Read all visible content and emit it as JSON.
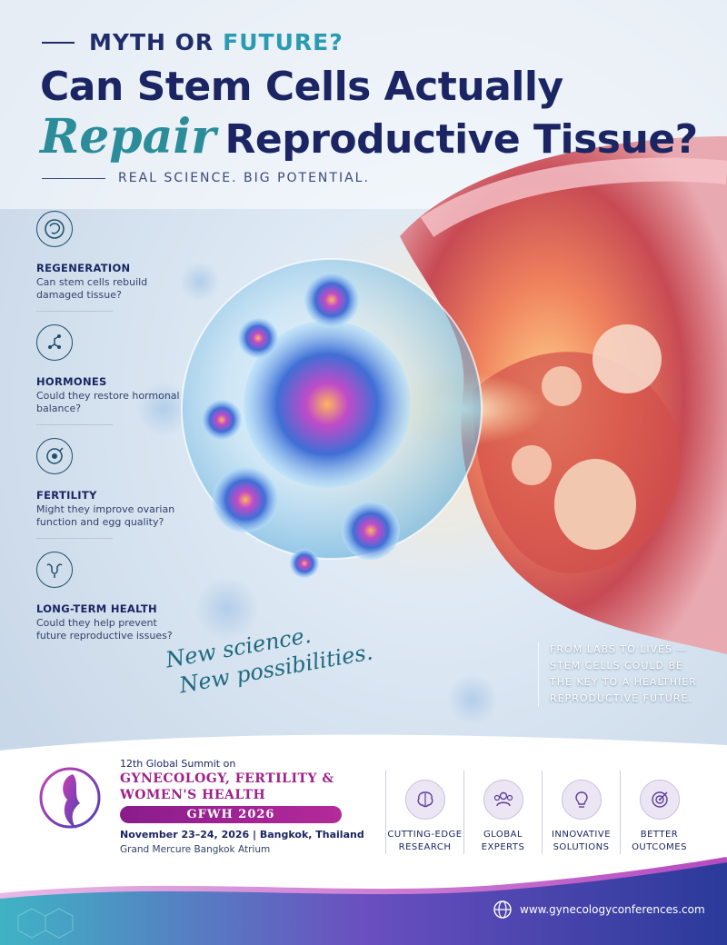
{
  "header": {
    "kicker_myth": "MYTH OR",
    "kicker_future": "FUTURE?",
    "title_line1": "Can Stem Cells Actually",
    "title_repair": "Repair",
    "title_rest": "Reproductive Tissue?",
    "tagline": "REAL SCIENCE. BIG POTENTIAL."
  },
  "features": [
    {
      "icon": "regeneration-icon",
      "title": "REGENERATION",
      "desc": "Can stem cells rebuild damaged tissue?"
    },
    {
      "icon": "molecule-icon",
      "title": "HORMONES",
      "desc": "Could they restore hormonal balance?"
    },
    {
      "icon": "egg-cell-icon",
      "title": "FERTILITY",
      "desc": "Might they improve ovarian function and egg quality?"
    },
    {
      "icon": "uterus-icon",
      "title": "LONG-TERM HEALTH",
      "desc": "Could they help prevent future reproductive issues?"
    }
  ],
  "script": {
    "line1": "New science.",
    "line2": "New possibilities."
  },
  "quote": "FROM LABS TO LIVES — STEM CELLS COULD BE THE KEY TO A HEALTHIER REPRODUCTIVE FUTURE.",
  "summit": {
    "edition": "12th Global Summit on",
    "name_line1": "GYNECOLOGY, FERTILITY &",
    "name_line2": "WOMEN'S HEALTH",
    "acronym": "GFWH 2026",
    "date": "November 23–24, 2026  |  Bangkok, Thailand",
    "venue": "Grand Mercure Bangkok Atrium"
  },
  "pillars": [
    {
      "icon": "brain-icon",
      "line1": "CUTTING-EDGE",
      "line2": "RESEARCH"
    },
    {
      "icon": "people-icon",
      "line1": "GLOBAL",
      "line2": "EXPERTS"
    },
    {
      "icon": "lightbulb-icon",
      "line1": "INNOVATIVE",
      "line2": "SOLUTIONS"
    },
    {
      "icon": "target-icon",
      "line1": "BETTER",
      "line2": "OUTCOMES"
    }
  ],
  "website": "www.gynecologyconferences.com",
  "colors": {
    "navy": "#1b2563",
    "teal": "#2b8c9a",
    "magenta": "#a0208a"
  }
}
